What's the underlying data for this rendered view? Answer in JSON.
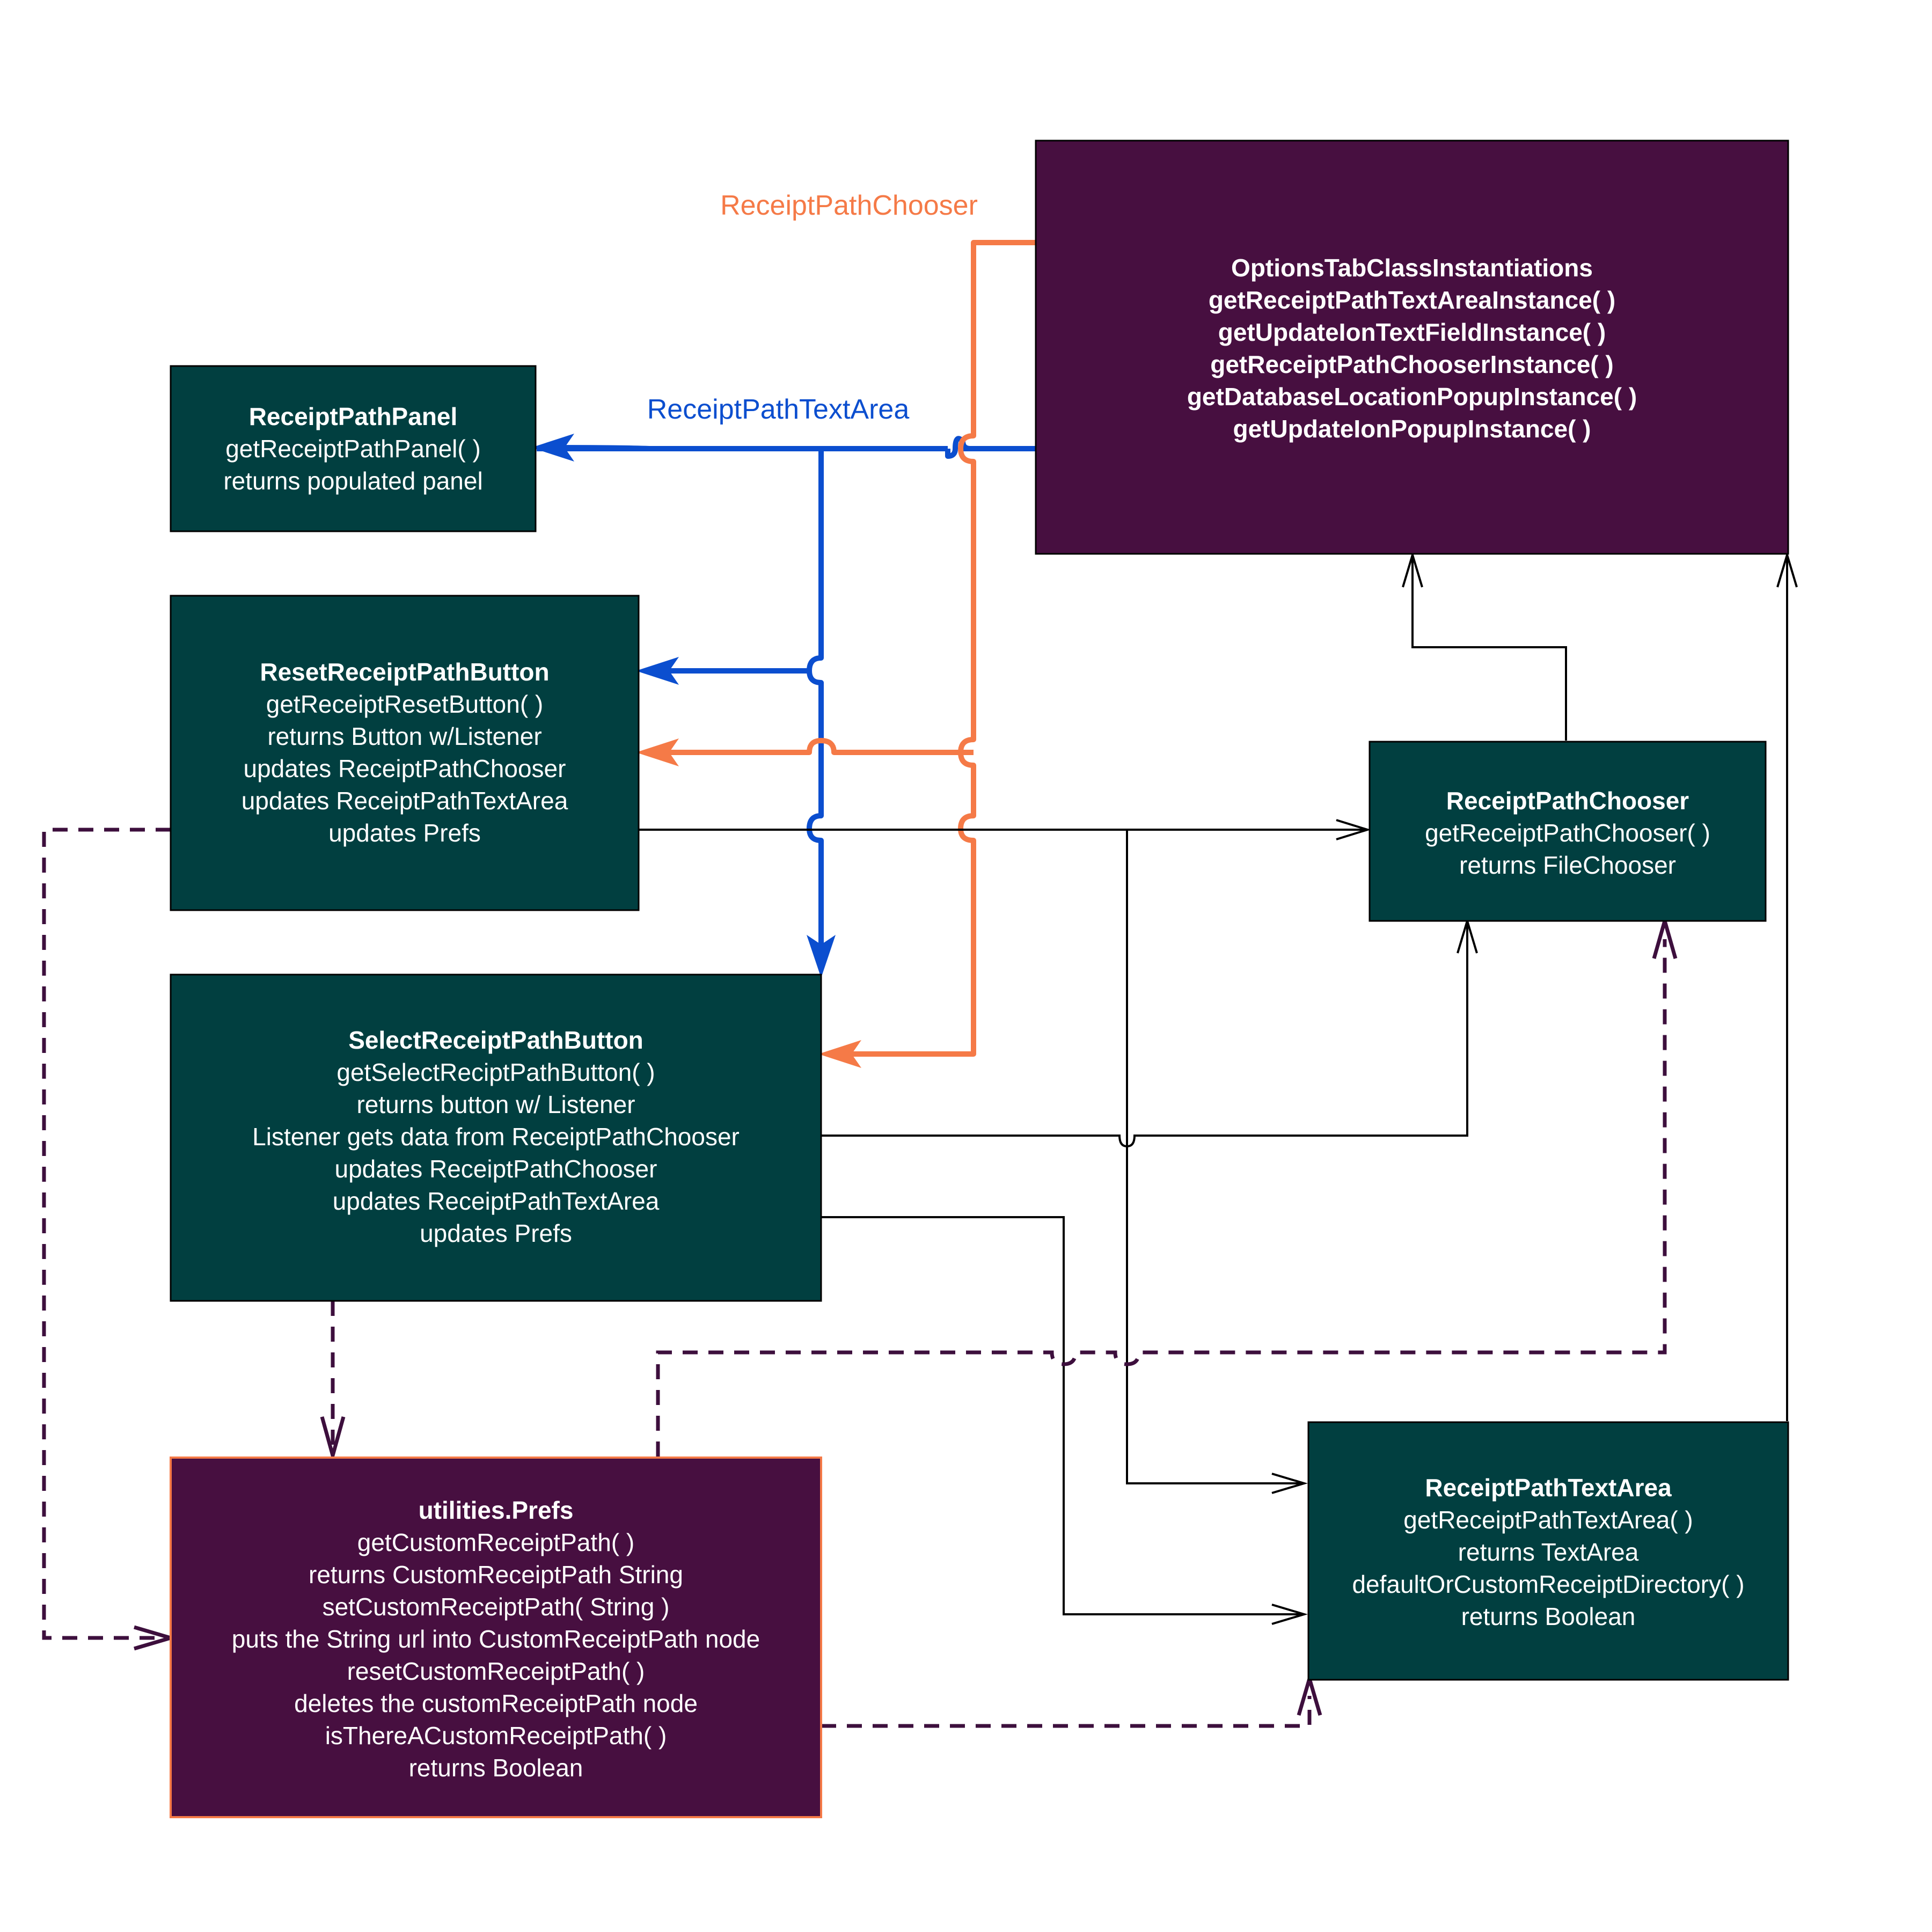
{
  "colors": {
    "teal": "#013f40",
    "purple": "#470f40",
    "blue": "#0b4ecf",
    "orange": "#f57a47",
    "black": "#000000",
    "dashed": "#3d0f3d"
  },
  "nodes": {
    "options": {
      "title": "OptionsTabClassInstantiations",
      "lines": [
        "getReceiptPathTextAreaInstance( )",
        "getUpdateIonTextFieldInstance( )",
        "getReceiptPathChooserInstance( )",
        "getDatabaseLocationPopupInstance( )",
        "getUpdateIonPopupInstance( )"
      ]
    },
    "panel": {
      "title": "ReceiptPathPanel",
      "lines": [
        "getReceiptPathPanel( )",
        "returns populated panel"
      ]
    },
    "reset": {
      "title": "ResetReceiptPathButton",
      "lines": [
        "getReceiptResetButton( )",
        "returns Button w/Listener",
        "updates ReceiptPathChooser",
        "updates ReceiptPathTextArea",
        "updates Prefs"
      ]
    },
    "select": {
      "title": "SelectReceiptPathButton",
      "lines": [
        "getSelectReciptPathButton( )",
        "returns button w/ Listener",
        "Listener gets data from ReceiptPathChooser",
        "updates ReceiptPathChooser",
        "updates ReceiptPathTextArea",
        "updates Prefs"
      ]
    },
    "chooser": {
      "title": "ReceiptPathChooser",
      "lines": [
        "getReceiptPathChooser( )",
        "returns FileChooser"
      ]
    },
    "prefs": {
      "title": "utilities.Prefs",
      "lines": [
        "getCustomReceiptPath( )",
        "returns CustomReceiptPath String",
        "setCustomReceiptPath( String )",
        "puts the String url into CustomReceiptPath node",
        "resetCustomReceiptPath( )",
        "deletes the customReceiptPath node",
        "isThereACustomReceiptPath( )",
        "returns Boolean"
      ]
    },
    "textarea": {
      "title": "ReceiptPathTextArea",
      "lines": [
        "getReceiptPathTextArea( )",
        "returns TextArea",
        "defaultOrCustomReceiptDirectory( )",
        "returns Boolean"
      ]
    }
  },
  "edge_labels": {
    "chooser_bus": "ReceiptPathChooser",
    "textarea_bus": "ReceiptPathTextArea"
  }
}
